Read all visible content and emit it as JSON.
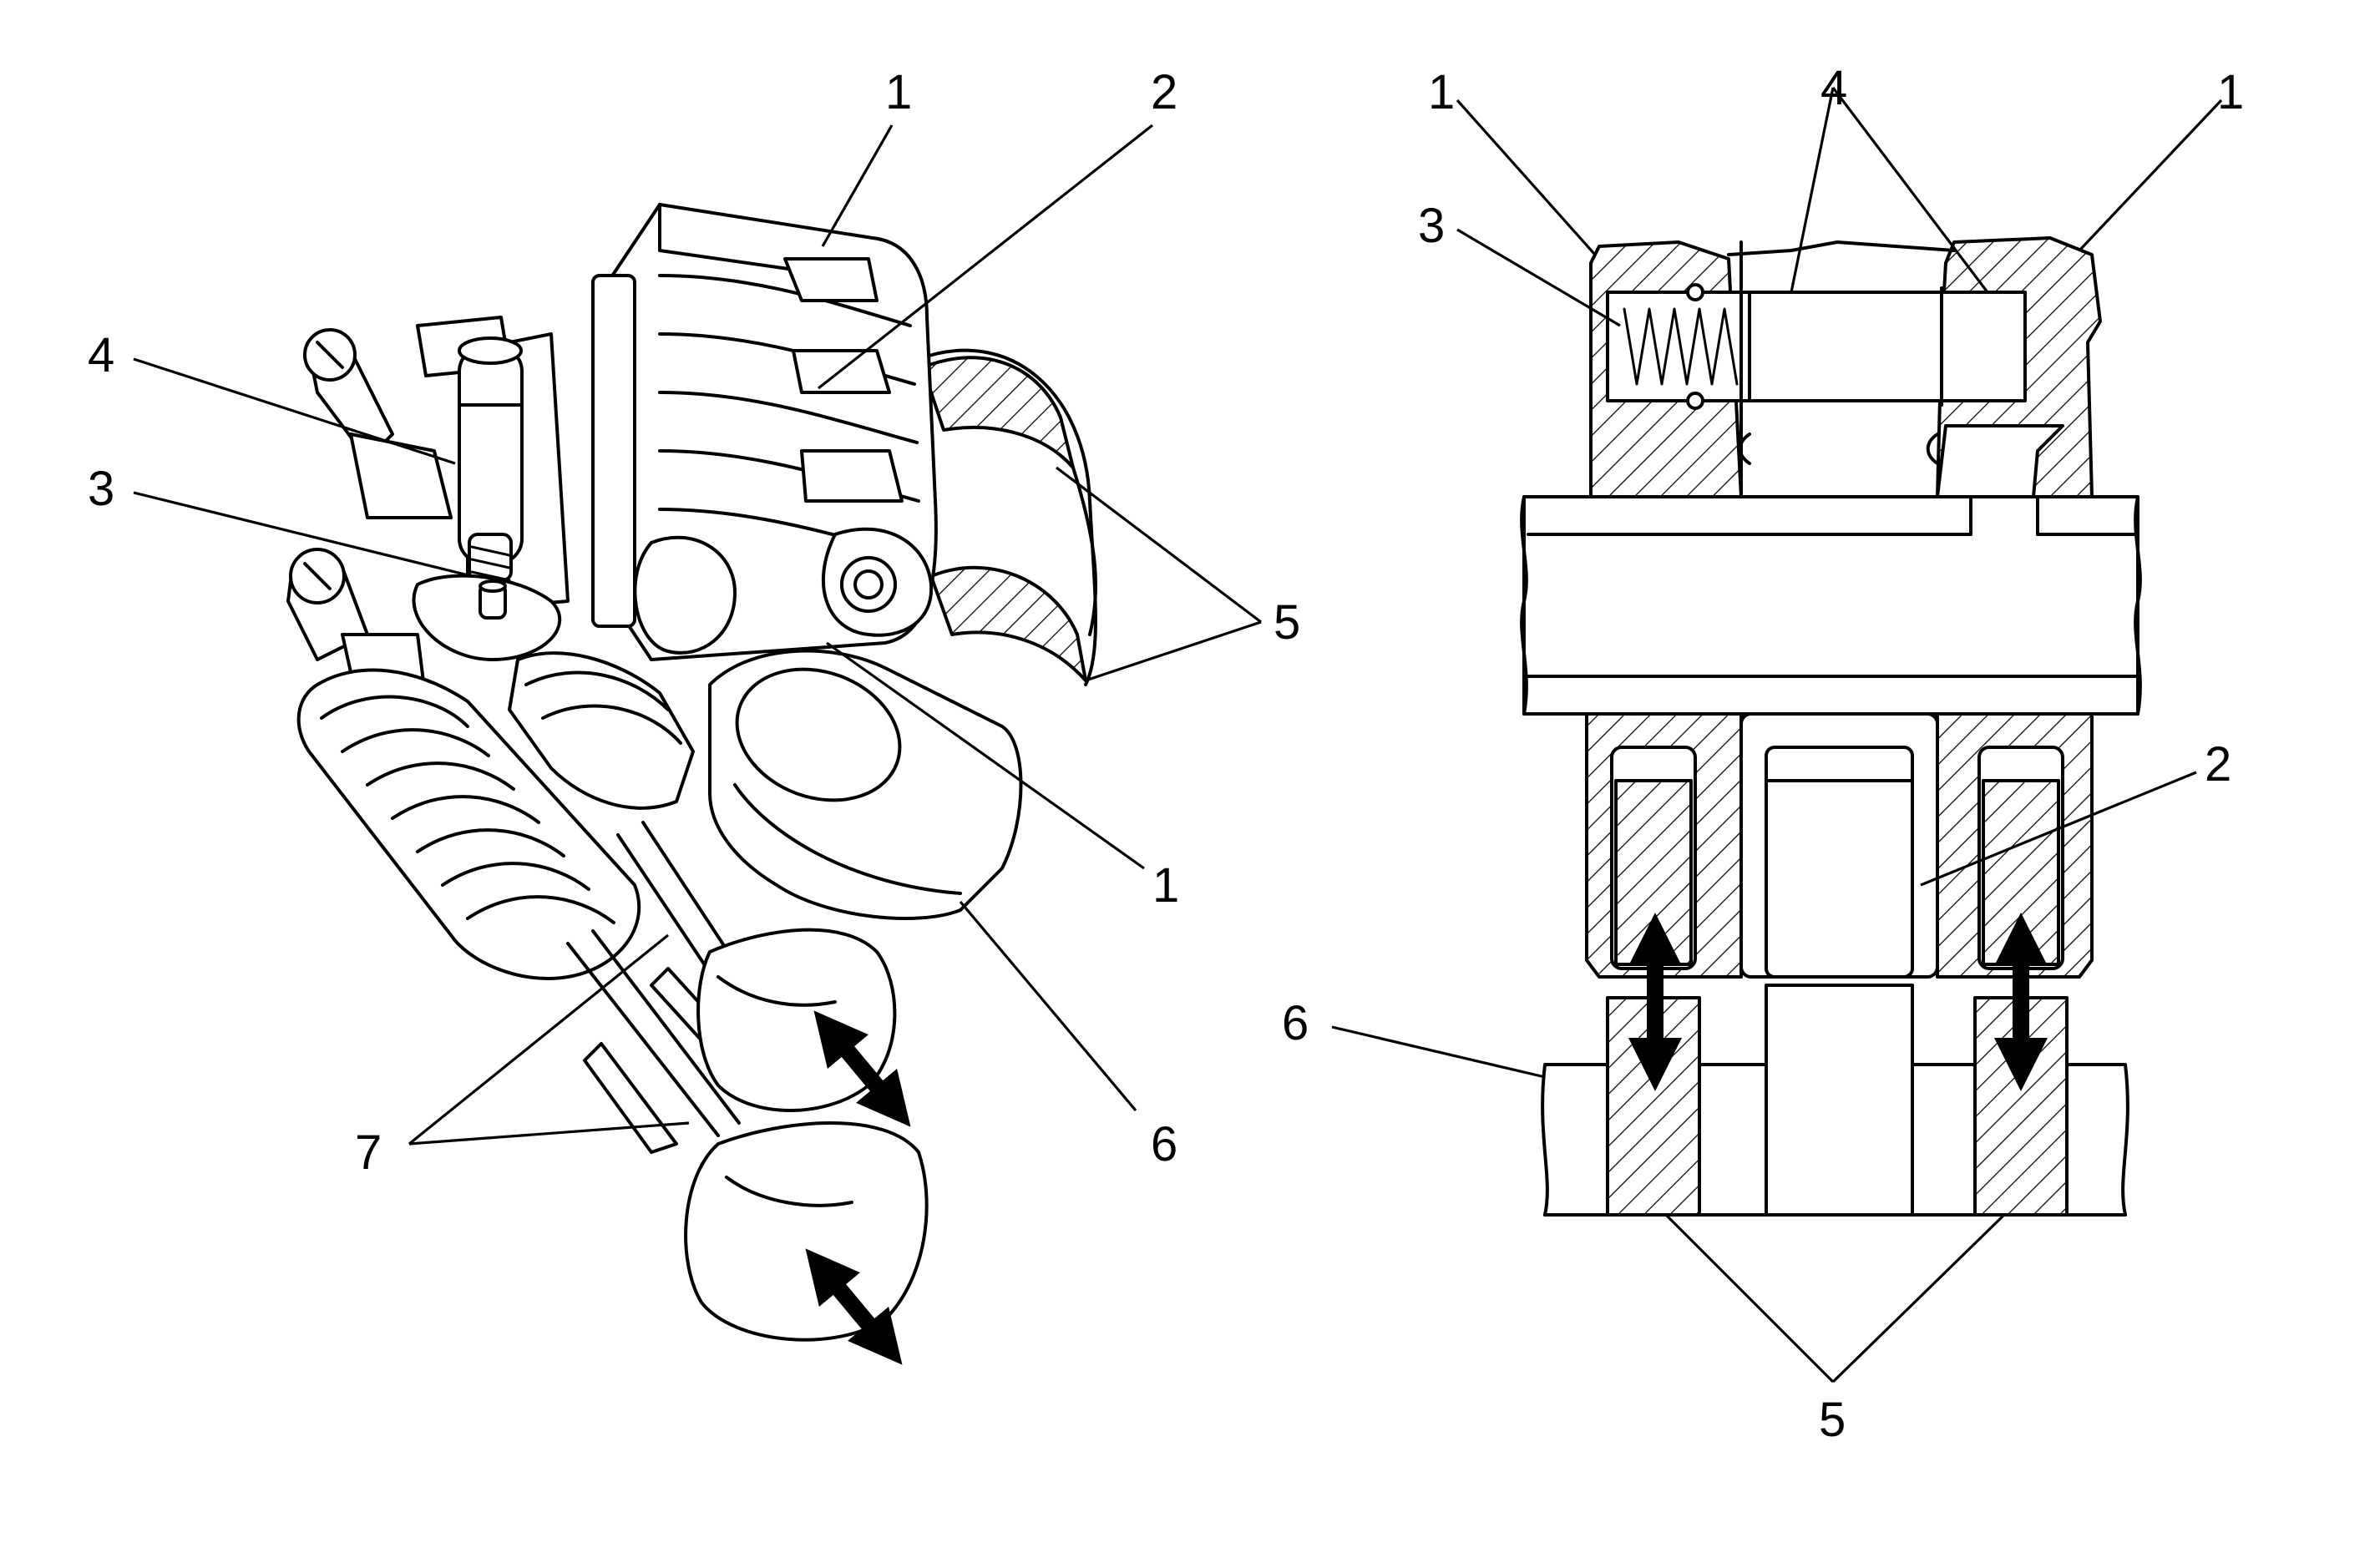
{
  "left_view": {
    "callouts": {
      "c1_top": "1",
      "c2": "2",
      "c4": "4",
      "c3": "3",
      "c5": "5",
      "c1_bottom": "1",
      "c6": "6",
      "c7": "7"
    }
  },
  "right_view": {
    "callouts": {
      "c1_left": "1",
      "c4": "4",
      "c1_right": "1",
      "c3": "3",
      "c2": "2",
      "c6": "6",
      "c5": "5"
    }
  },
  "colors": {
    "line": "#000000",
    "background": "#ffffff"
  }
}
